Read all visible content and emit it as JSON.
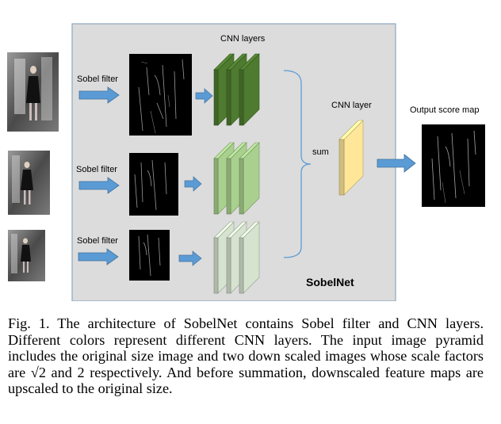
{
  "diagram": {
    "title": "SobelNet",
    "sobel_label": "Sobel filter",
    "cnn_layers_label": "CNN layers",
    "cnn_layer_label": "CNN layer",
    "sum_label": "sum",
    "output_label": "Output score map",
    "colors": {
      "panel_bg": "#dcdcdc",
      "panel_border": "#8ea6bd",
      "arrow": "#5b9bd5",
      "arrow_stroke": "#41719c",
      "brace": "#5b9bd5",
      "row1_layer": "#4e7b2f",
      "row2_layer": "#a9d08e",
      "row3_layer": "#d6e3cf",
      "fuse_layer": "#ffe699"
    }
  },
  "caption": "Fig. 1.   The architecture of SobelNet contains Sobel filter and CNN layers. Different colors represent different CNN layers. The input image pyramid includes the original size image and two down scaled images whose scale factors are √2 and 2 respectively. And before summation, downscaled feature maps are upscaled to the original size."
}
